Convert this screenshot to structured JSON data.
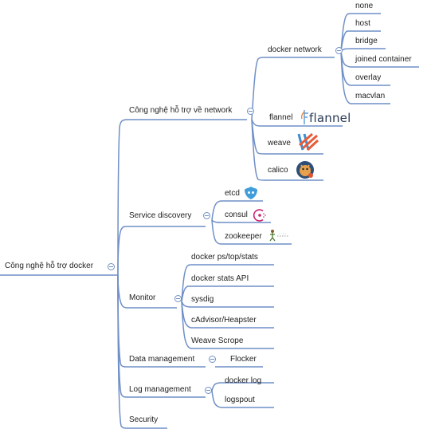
{
  "colors": {
    "branch": "#6f8fc7",
    "text": "#1e1e1e"
  },
  "root": {
    "label": "Công nghệ hỗ trợ docker"
  },
  "branches": {
    "network": {
      "label": "Công nghệ hỗ trợ về network",
      "docker_network": {
        "label": "docker network",
        "children": [
          "none",
          "host",
          "bridge",
          "joined container",
          "overlay",
          "macvlan"
        ]
      },
      "flannel": {
        "label": "flannel",
        "logo_text": "flannel",
        "icon": "flannel-logo-icon"
      },
      "weave": {
        "label": "weave",
        "icon": "weave-logo-icon"
      },
      "calico": {
        "label": "calico",
        "icon": "calico-logo-icon"
      }
    },
    "service_discovery": {
      "label": "Service discovery",
      "etcd": {
        "label": "etcd",
        "icon": "etcd-logo-icon"
      },
      "consul": {
        "label": "consul",
        "icon": "consul-logo-icon"
      },
      "zookeeper": {
        "label": "zookeeper",
        "icon": "zookeeper-logo-icon"
      }
    },
    "monitor": {
      "label": "Monitor",
      "children": [
        "docker ps/top/stats",
        "docker stats API",
        "sysdig",
        "cAdvisor/Heapster",
        "Weave Scrope"
      ]
    },
    "data_management": {
      "label": "Data management",
      "children": [
        "Flocker"
      ]
    },
    "log_management": {
      "label": "Log management",
      "children": [
        "docker log",
        "logspout"
      ]
    },
    "security": {
      "label": "Security"
    }
  }
}
